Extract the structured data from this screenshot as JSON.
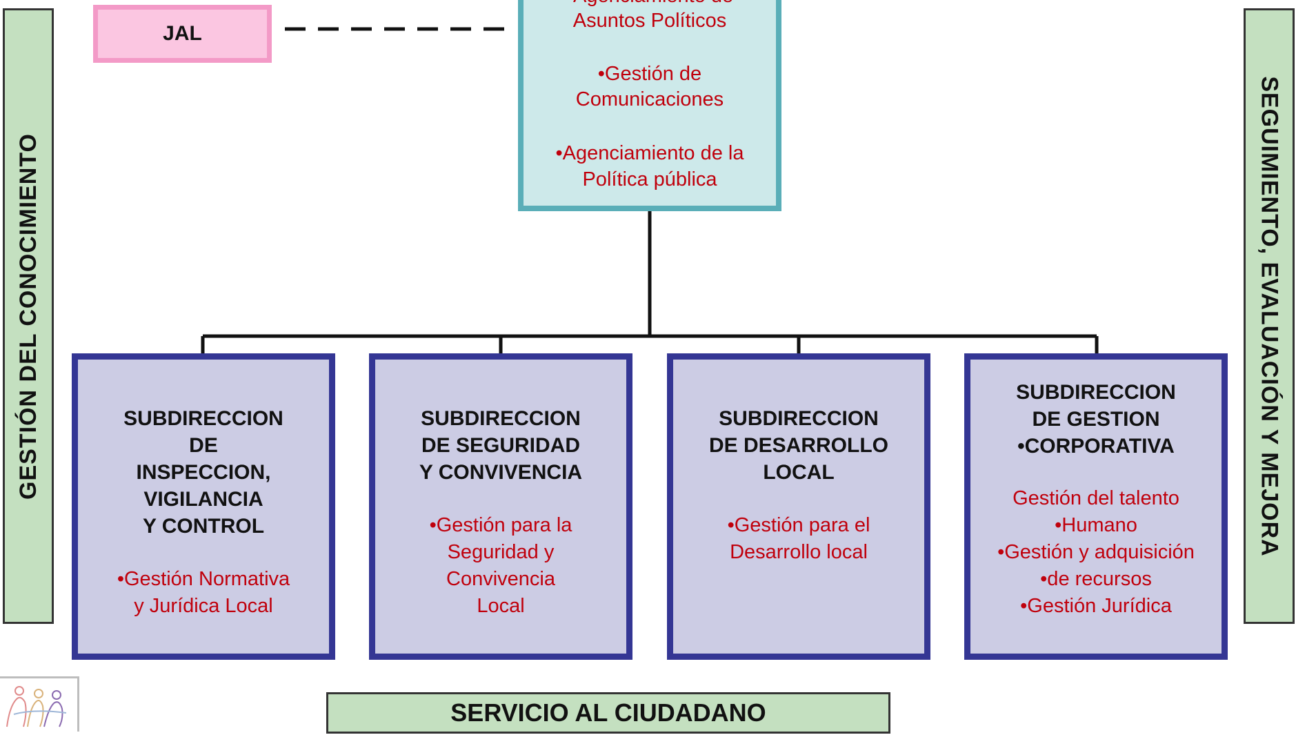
{
  "left_bar": {
    "text": "GESTIÓN DEL CONOCIMIENTO"
  },
  "right_bar": {
    "text": "SEGUIMIENTO, EVALUACIÓN Y MEJORA"
  },
  "jal": {
    "text": "JAL"
  },
  "top_box": {
    "items": [
      "•Agenciamiento de",
      "Asuntos Políticos",
      "•Gestión de",
      "Comunicaciones",
      "•Agenciamiento de la",
      "Política pública"
    ]
  },
  "subdirecciones": [
    {
      "title": [
        "SUBDIRECCION",
        "DE",
        "INSPECCION,",
        "VIGILANCIA",
        "Y CONTROL"
      ],
      "items": [
        "•Gestión Normativa",
        "y Jurídica Local"
      ]
    },
    {
      "title": [
        "SUBDIRECCION",
        "DE SEGURIDAD",
        "Y CONVIVENCIA"
      ],
      "items": [
        "•Gestión para la",
        "Seguridad y",
        "Convivencia",
        "Local"
      ]
    },
    {
      "title": [
        "SUBDIRECCION",
        "DE DESARROLLO",
        "LOCAL"
      ],
      "items": [
        "•Gestión para el",
        "Desarrollo local"
      ]
    },
    {
      "title": [
        "SUBDIRECCION",
        "DE GESTION",
        "•CORPORATIVA"
      ],
      "items": [
        "Gestión del talento",
        "•Humano",
        "•Gestión y adquisición",
        "•de recursos",
        "•Gestión Jurídica"
      ]
    }
  ],
  "service_bar": {
    "text": "SERVICIO AL CIUDADANO"
  },
  "colors": {
    "side_bar_fill": "#c4e0c0",
    "jal_fill": "#fbc6e1",
    "jal_border": "#f39ac7",
    "top_box_fill": "#cde9ea",
    "top_box_border": "#5aaeb8",
    "sub_box_fill": "#cccce4",
    "sub_box_border": "#343694",
    "process_text": "#c0000c"
  }
}
